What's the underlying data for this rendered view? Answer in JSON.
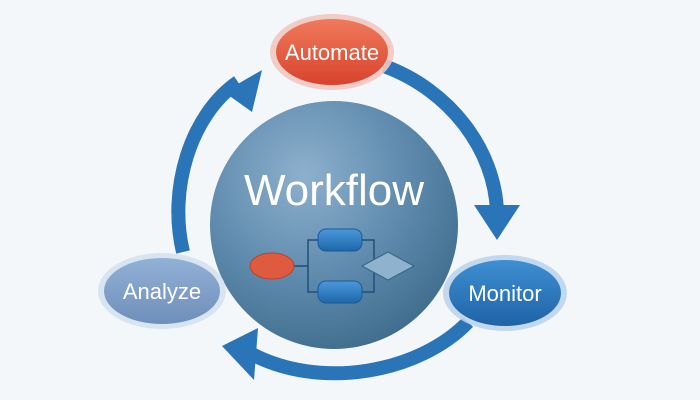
{
  "diagram": {
    "center": {
      "title": "Workflow"
    },
    "nodes": {
      "automate": {
        "label": "Automate"
      },
      "monitor": {
        "label": "Monitor"
      },
      "analyze": {
        "label": "Analyze"
      }
    },
    "colors": {
      "background": "#f4f7fa",
      "arrow": "#2a74b8",
      "center_fill_top": "#7fa3c2",
      "center_fill_bottom": "#3d6d8e",
      "automate_fill": "#e8533a",
      "monitor_fill": "#2a78bf",
      "analyze_fill": "#7e9ec8",
      "flow_oval": "#e05a3f",
      "flow_box": "#2f7fc8",
      "flow_diamond": "#8fb2cf",
      "connector": "#1f4f7a"
    },
    "icons": {
      "cycle_arrows": "curved-arrow-icon",
      "mini_flowchart": "flowchart-icon"
    }
  }
}
